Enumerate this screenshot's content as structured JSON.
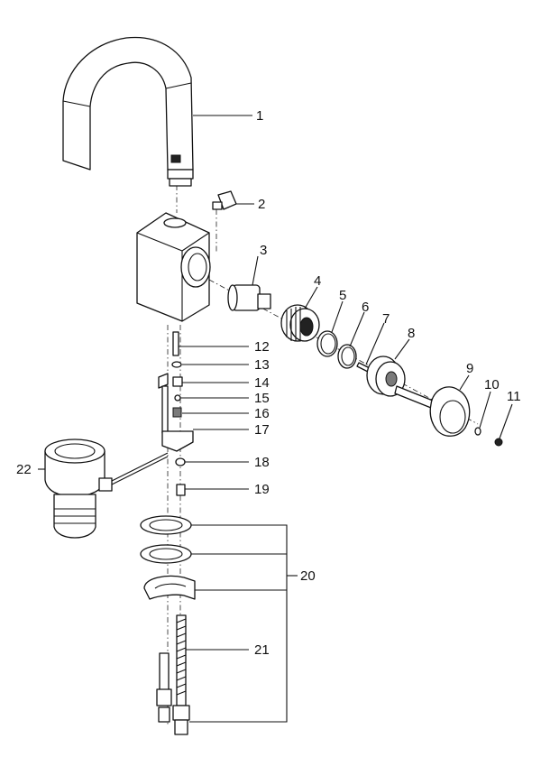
{
  "callouts": [
    {
      "id": "1",
      "label": "1"
    },
    {
      "id": "2",
      "label": "2"
    },
    {
      "id": "3",
      "label": "3"
    },
    {
      "id": "4",
      "label": "4"
    },
    {
      "id": "5",
      "label": "5"
    },
    {
      "id": "6",
      "label": "6"
    },
    {
      "id": "7",
      "label": "7"
    },
    {
      "id": "8",
      "label": "8"
    },
    {
      "id": "9",
      "label": "9"
    },
    {
      "id": "10",
      "label": "10"
    },
    {
      "id": "11",
      "label": "11"
    },
    {
      "id": "12",
      "label": "12"
    },
    {
      "id": "13",
      "label": "13"
    },
    {
      "id": "14",
      "label": "14"
    },
    {
      "id": "15",
      "label": "15"
    },
    {
      "id": "16",
      "label": "16"
    },
    {
      "id": "17",
      "label": "17"
    },
    {
      "id": "18",
      "label": "18"
    },
    {
      "id": "19",
      "label": "19"
    },
    {
      "id": "20",
      "label": "20"
    },
    {
      "id": "21",
      "label": "21"
    },
    {
      "id": "22",
      "label": "22"
    }
  ],
  "colors": {
    "line": "#111111",
    "background": "#ffffff",
    "shade": "#7a7a7a"
  }
}
